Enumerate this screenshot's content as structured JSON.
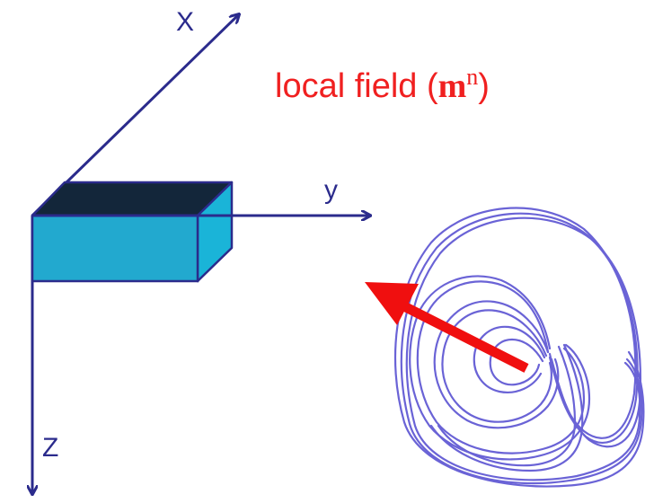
{
  "diagram": {
    "colors": {
      "axis": "#2b2b8c",
      "box_front": "#22a9cf",
      "box_side": "#1ab4d8",
      "box_top": "#13263a",
      "loops": "#6a63d6",
      "arrow": "#f00f0f",
      "title": "#f02020"
    },
    "axes": {
      "x_label": "X",
      "y_label": "y",
      "z_label": "Z"
    },
    "title": {
      "prefix": "local field (",
      "symbol": "m",
      "superscript": "n",
      "suffix": ")"
    }
  }
}
